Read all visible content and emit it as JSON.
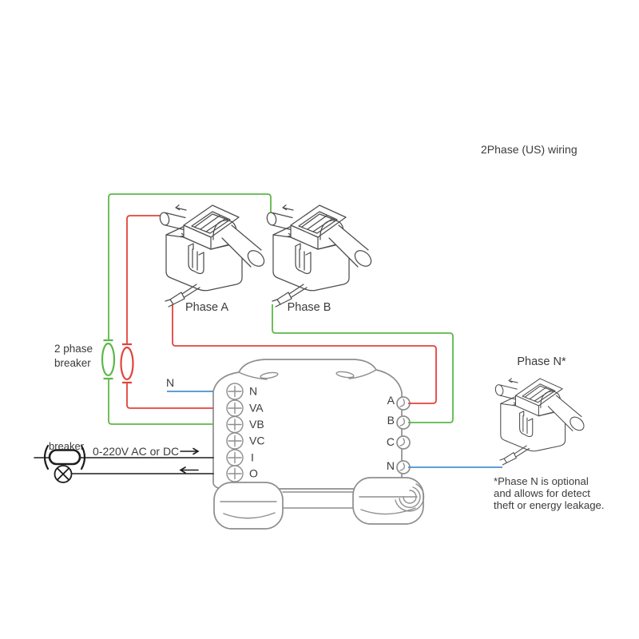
{
  "title": "2Phase (US) wiring",
  "colors": {
    "wire_red": "#e2433c",
    "wire_green": "#5cb848",
    "wire_blue": "#4a90d2",
    "line_black": "#1d1d1d",
    "device_gray": "#8e8e8e",
    "ct_gray": "#4d4d4d",
    "text": "#3b3b3b"
  },
  "transformers": {
    "phase_a": "Phase A",
    "phase_b": "Phase B",
    "phase_n": "Phase N*"
  },
  "two_phase_breaker": {
    "line1": "2 phase",
    "line2": "breaker"
  },
  "breaker_label": "breaker",
  "supply_label": "0-220V AC or DC",
  "neutral_in_label": "N",
  "device": {
    "left_terminals": [
      "N",
      "VA",
      "VB",
      "VC",
      "I",
      "O"
    ],
    "right_terminals": [
      "A",
      "B",
      "C",
      "N"
    ]
  },
  "note": {
    "line1": "*Phase N is optional",
    "line2": "and allows for detect",
    "line3": "theft or energy leakage."
  }
}
